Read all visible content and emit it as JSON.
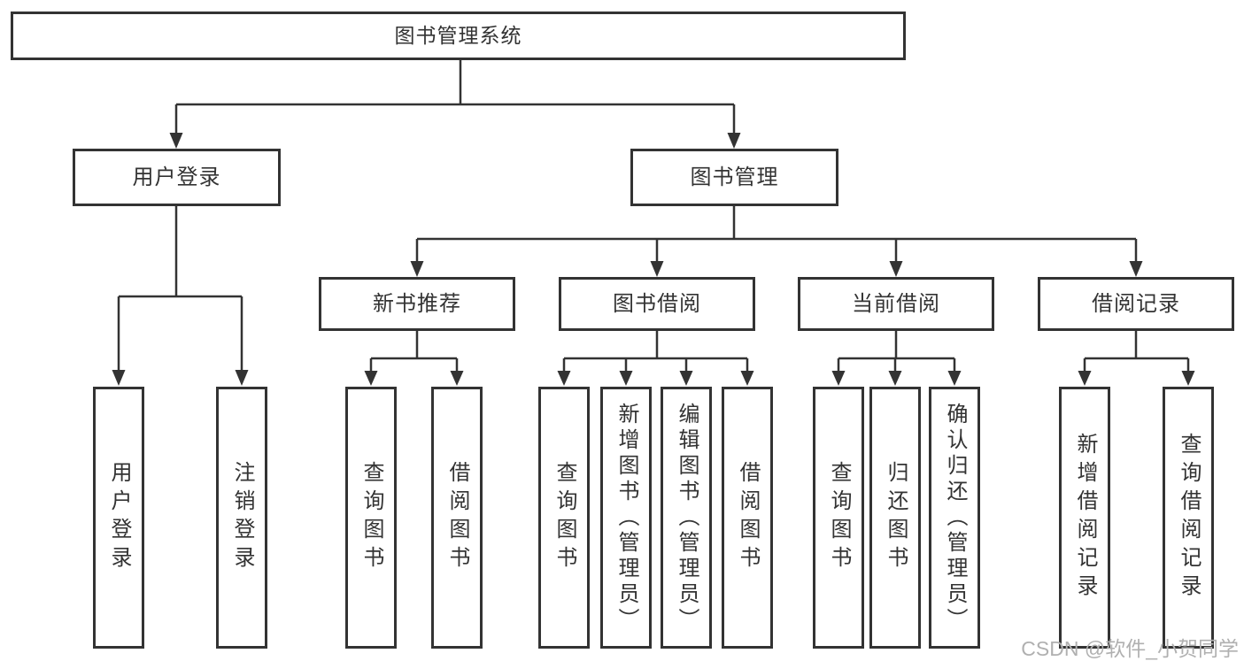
{
  "diagram": {
    "root": {
      "label": "图书管理系统"
    },
    "branches": [
      {
        "label": "用户登录",
        "children": [
          {
            "label": "用户登录"
          },
          {
            "label": "注销登录"
          }
        ]
      },
      {
        "label": "图书管理",
        "children": [
          {
            "label": "新书推荐",
            "children": [
              {
                "label": "查询图书"
              },
              {
                "label": "借阅图书"
              }
            ]
          },
          {
            "label": "图书借阅",
            "children": [
              {
                "label": "查询图书"
              },
              {
                "label": "新增图书（管理员）"
              },
              {
                "label": "编辑图书（管理员）"
              },
              {
                "label": "借阅图书"
              }
            ]
          },
          {
            "label": "当前借阅",
            "children": [
              {
                "label": "查询图书"
              },
              {
                "label": "归还图书"
              },
              {
                "label": "确认归还（管理员）"
              }
            ]
          },
          {
            "label": "借阅记录",
            "children": [
              {
                "label": "新增借阅记录"
              },
              {
                "label": "查询借阅记录"
              }
            ]
          }
        ]
      }
    ]
  },
  "watermark": {
    "text": "CSDN @软件_小贺同学"
  },
  "colors": {
    "line": "#333333",
    "box_border": "#333333",
    "box_fill": "#ffffff",
    "text": "#333333",
    "watermark": "#b0b0b0",
    "background": "#ffffff"
  }
}
